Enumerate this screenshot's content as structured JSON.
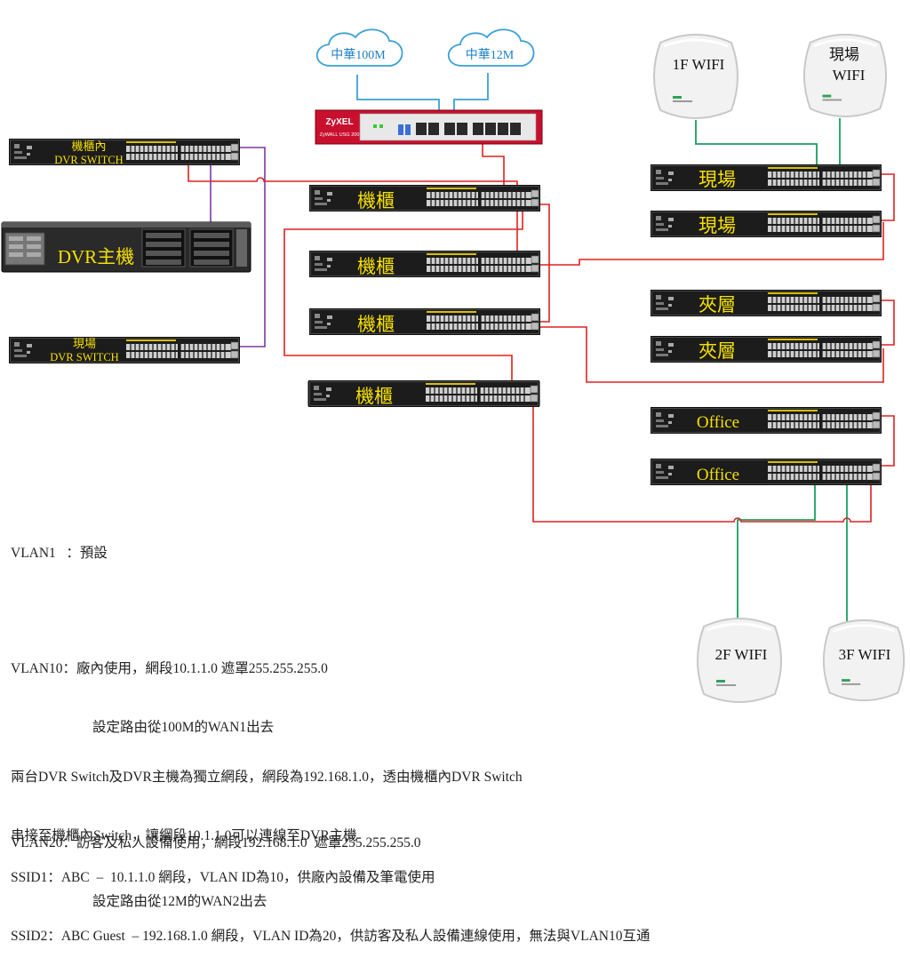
{
  "clouds": [
    "中華100M",
    "中華12M"
  ],
  "firewall": {
    "brand": "ZyXEL",
    "model": "ZyWALL USG 200"
  },
  "switches": {
    "dvr_switch_top": "機櫃內\nDVR SWITCH",
    "dvr_switch_bottom": "現場\nDVR SWITCH",
    "dvr_host": "DVR主機",
    "rack": [
      "機櫃",
      "機櫃",
      "機櫃",
      "機櫃"
    ],
    "site": [
      "現場",
      "現場"
    ],
    "mezzanine": [
      "夾層",
      "夾層"
    ],
    "office": [
      "Office",
      "Office"
    ]
  },
  "access_points": {
    "ap_1f": "1F WIFI",
    "ap_site": "現場\nWIFI",
    "ap_2f": "2F WIFI",
    "ap_3f": "3F WIFI"
  },
  "vlan_notes": {
    "vlan1": "VLAN1   ：預設",
    "vlan10_line1": "VLAN10：廠內使用，網段10.1.1.0 遮罩255.255.255.0",
    "vlan10_line2": "設定路由從100M的WAN1出去",
    "vlan20_line1": "VLAN20：訪客及私人設備使用，網段192.168.1.0  遮罩255.255.255.0",
    "vlan20_line2": "設定路由從12M的WAN2出去"
  },
  "dvr_note": {
    "line1": "兩台DVR Switch及DVR主機為獨立網段，網段為192.168.1.0，透由機櫃內DVR Switch",
    "line2": "串接至機櫃內Switch，讓網段10.1.1.0可以連線至DVR主機"
  },
  "ssid_notes": {
    "ssid1": "SSID1：ABC  –  10.1.1.0 網段，VLAN ID為10，供廠內設備及筆電使用",
    "ssid2": "SSID2：ABC Guest  – 192.168.1.0 網段，VLAN ID為20，供訪客及私人設備連線使用，無法與VLAN10互通"
  },
  "colors": {
    "wan_link": "#3aa0d8",
    "lan_link": "#e02020",
    "wifi_link": "#1aa060",
    "dvr_link": "#7a3aa0",
    "switch_label": "#f5e000"
  }
}
